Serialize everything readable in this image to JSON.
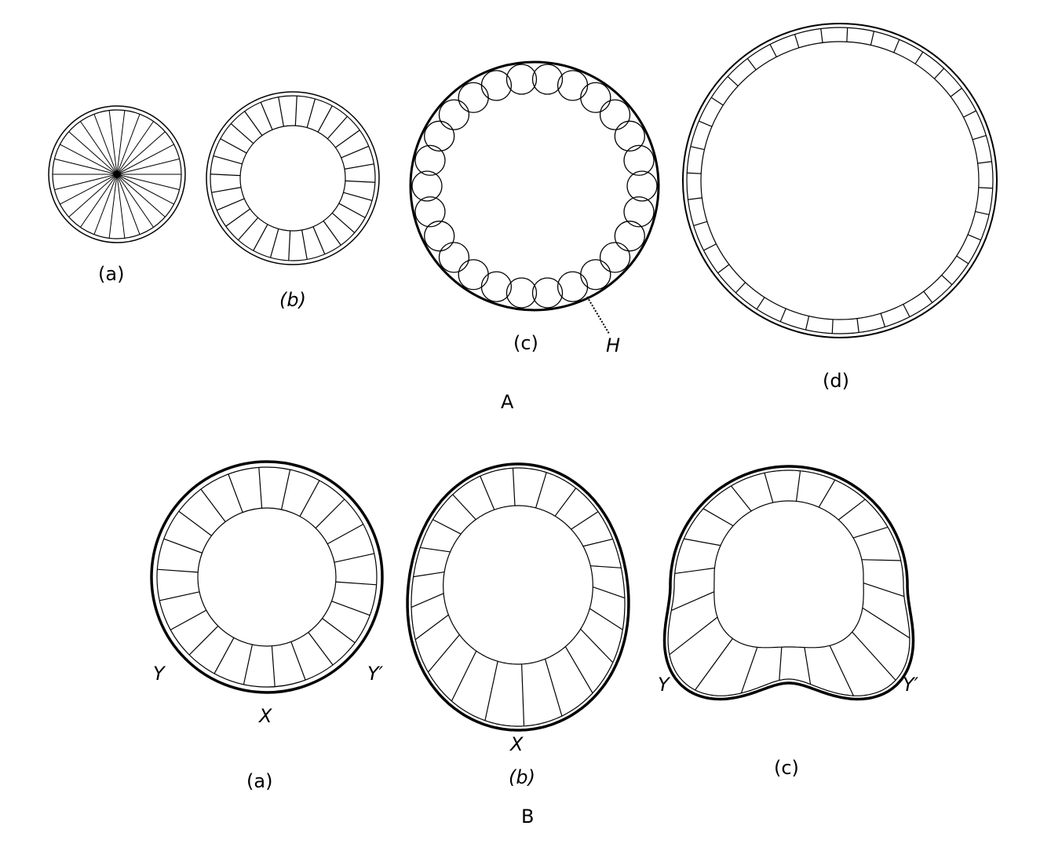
{
  "panel_a": {
    "title": "A",
    "labels": {
      "a": "(a)",
      "b": "(b)",
      "c": "(c)",
      "d": "(d)",
      "h": "H"
    }
  },
  "panel_b": {
    "title": "B",
    "labels": {
      "a": "(a)",
      "b": "(b)",
      "c": "(c)"
    },
    "markers": {
      "y_a": "Y",
      "y2_a": "Y′",
      "x_a": "X",
      "x_b": "X",
      "y_c": "Y",
      "y2_c": "Y′"
    }
  },
  "colors": {
    "ink": "#000000",
    "background": "#ffffff"
  }
}
